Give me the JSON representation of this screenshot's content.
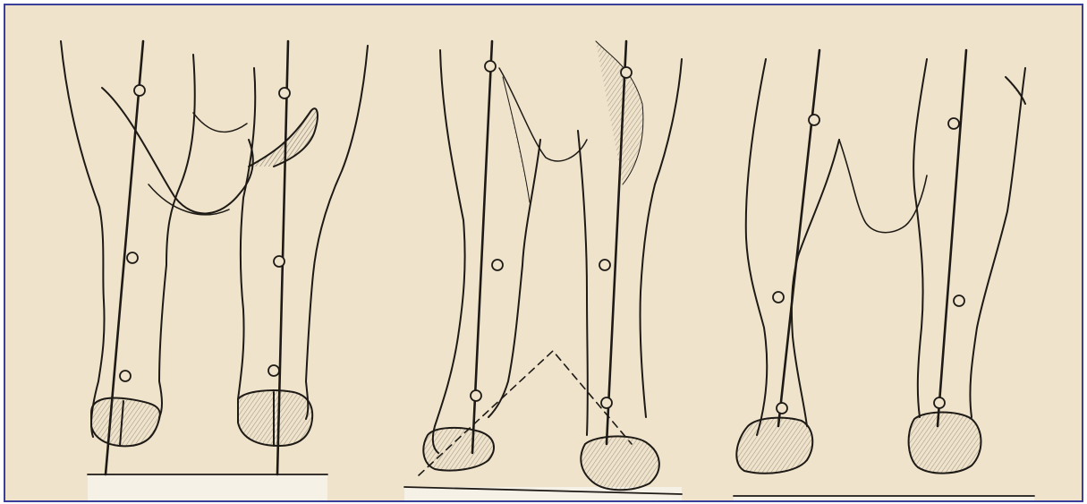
{
  "figure": {
    "panels": [
      {
        "id": "left-pair",
        "legs": 2
      },
      {
        "id": "middle-pair",
        "legs": 2
      },
      {
        "id": "right-pair",
        "legs": 2
      }
    ],
    "colors": {
      "paper": "#efe3cb",
      "ink": "#1e1a16",
      "frame": "#3a3f9a",
      "ground_strip": "#f6f1e6"
    }
  }
}
